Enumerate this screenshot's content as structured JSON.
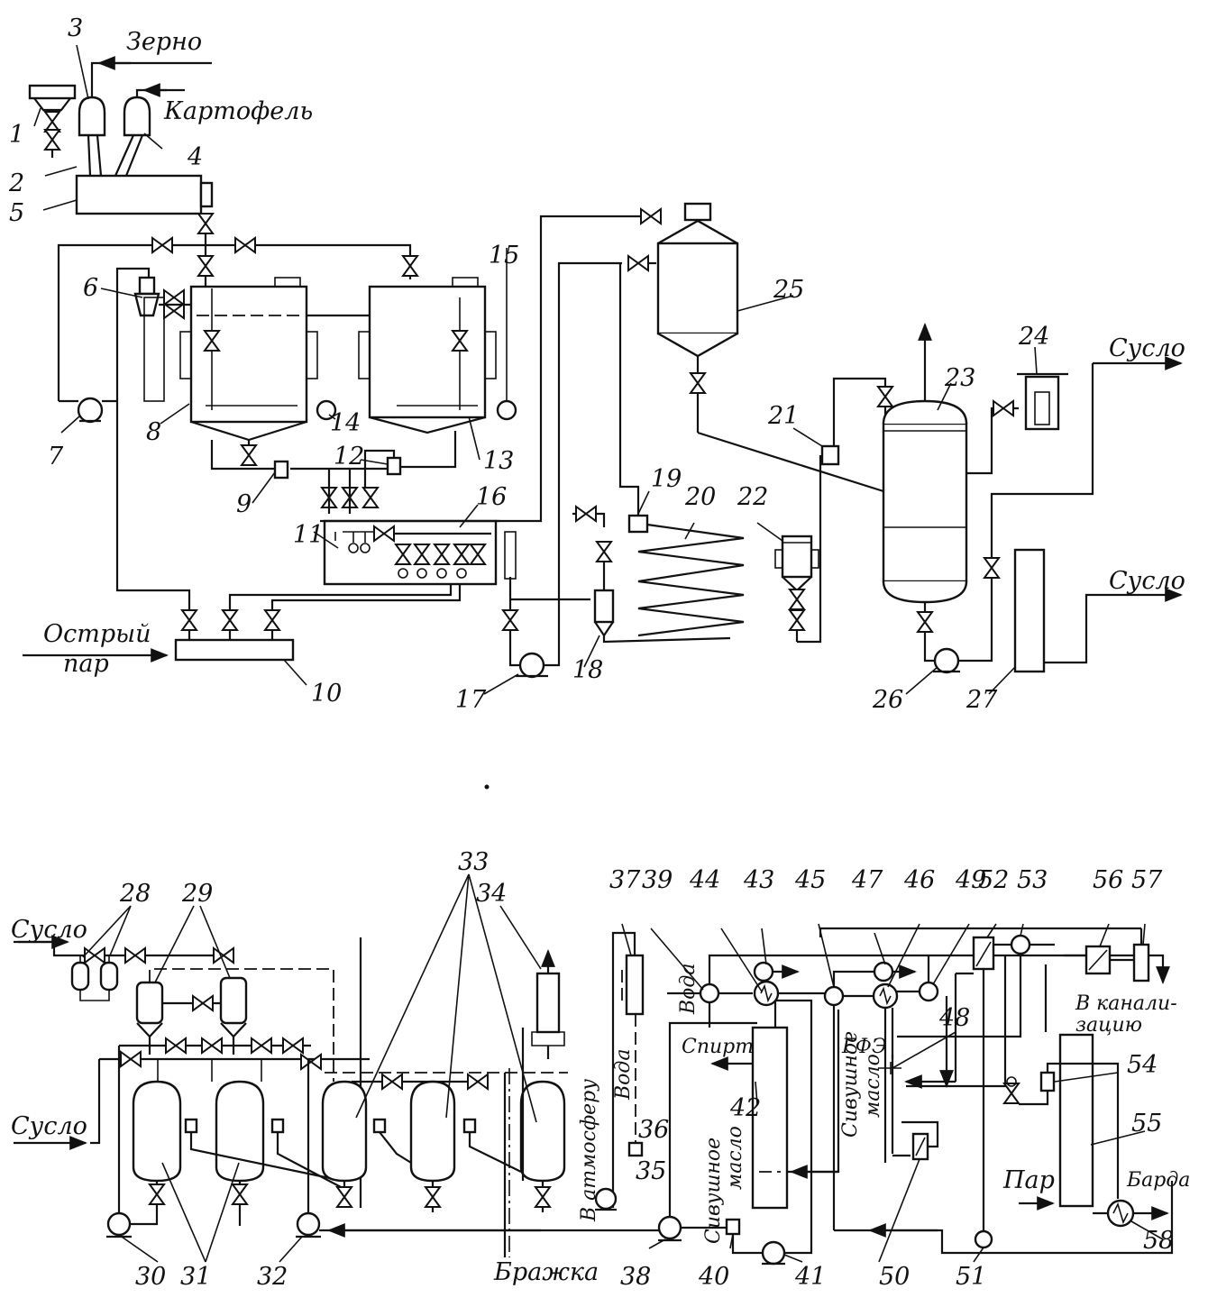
{
  "labels": {
    "zerno": "Зерно",
    "kartofel": "Картофель",
    "ostryi": "Острый",
    "par_steam": "пар",
    "suslo_1": "Сусло",
    "suslo_2": "Сусло",
    "suslo_3": "Сусло",
    "suslo_4": "Сусло",
    "voda_1": "Вода",
    "voda_2": "Вода",
    "v_atmosferu": "В атмосферу",
    "brazhka": "Бражка",
    "spirt": "Спирт",
    "gfe": "ГФЭ",
    "sivushnoe_1": "Сивушное",
    "maslo_1": "масло",
    "sivushnoe_2": "Сивушное",
    "maslo_2": "масло",
    "par_2": "Пар",
    "barda": "Барда",
    "v_kanali": "В канали-",
    "zatsiyu": "зацию"
  },
  "numbers": [
    "1",
    "2",
    "3",
    "4",
    "5",
    "6",
    "7",
    "8",
    "9",
    "10",
    "11",
    "12",
    "13",
    "14",
    "15",
    "16",
    "17",
    "18",
    "19",
    "20",
    "21",
    "22",
    "23",
    "24",
    "25",
    "26",
    "27",
    "28",
    "29",
    "30",
    "31",
    "32",
    "33",
    "34",
    "35",
    "36",
    "37",
    "38",
    "39",
    "40",
    "41",
    "42",
    "43",
    "44",
    "45",
    "46",
    "47",
    "48",
    "49",
    "50",
    "51",
    "52",
    "53",
    "54",
    "55",
    "56",
    "57",
    "58"
  ]
}
